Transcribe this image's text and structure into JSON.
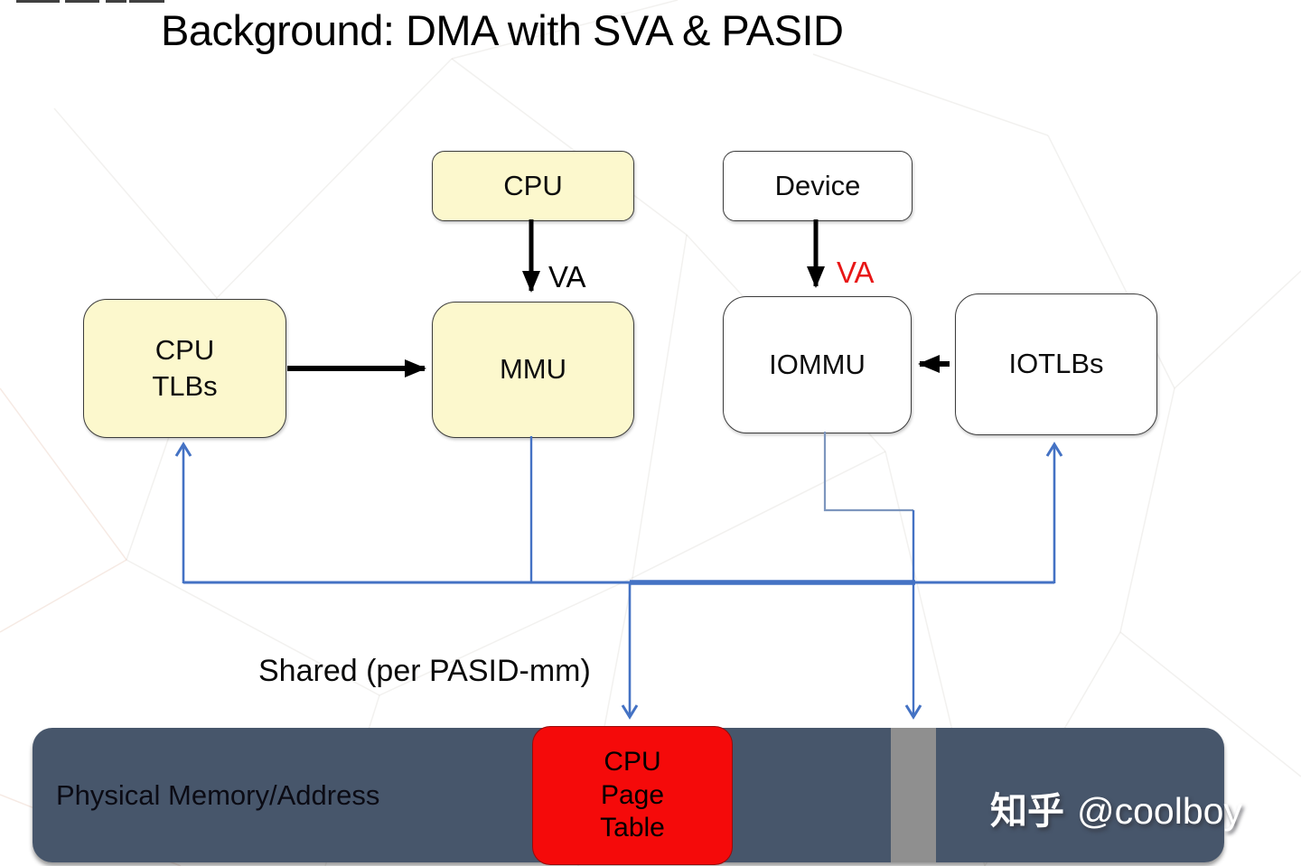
{
  "slide": {
    "title": "Background: DMA with SVA & PASID",
    "watermark_brand": "知乎",
    "watermark_handle": "@coolboy"
  },
  "nodes": {
    "cpu": {
      "label": "CPU"
    },
    "device": {
      "label": "Device"
    },
    "cpu_tlbs": {
      "label": "CPU\nTLBs"
    },
    "mmu": {
      "label": "MMU"
    },
    "iommu": {
      "label": "IOMMU"
    },
    "iotlbs": {
      "label": "IOTLBs"
    }
  },
  "edge_labels": {
    "cpu_va": "VA",
    "device_va": "VA",
    "shared": "Shared (per PASID-mm)"
  },
  "memory": {
    "label": "Physical Memory/Address",
    "page_table": "CPU\nPage\nTable"
  },
  "colors": {
    "node_yellow": "#FCF8CD",
    "node_white": "#FFFFFF",
    "memory_slate": "#47566B",
    "page_table_red": "#F50A0A",
    "gray_region": "#8F8F8F",
    "connector_blue": "#4472C4",
    "connector_blue_light": "#7D96BE",
    "arrow_black": "#000000",
    "va_red": "#E81616"
  }
}
